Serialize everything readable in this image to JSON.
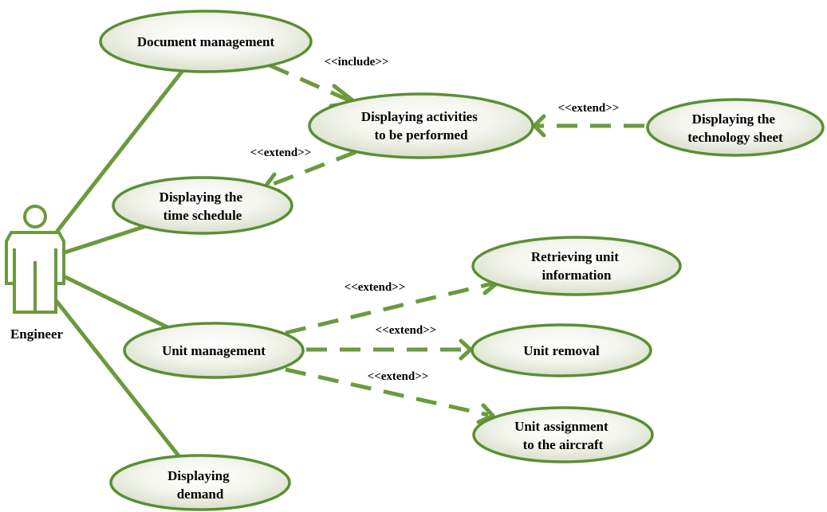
{
  "actor": {
    "label": "Engineer"
  },
  "use_cases": {
    "doc": {
      "lines": [
        "Document management"
      ]
    },
    "activities": {
      "lines": [
        "Displaying activities",
        "to be performed"
      ]
    },
    "techsheet": {
      "lines": [
        "Displaying the",
        "technology sheet"
      ]
    },
    "schedule": {
      "lines": [
        "Displaying the",
        "time schedule"
      ]
    },
    "retrieve": {
      "lines": [
        "Retrieving unit",
        "information"
      ]
    },
    "unitmgmt": {
      "lines": [
        "Unit management"
      ]
    },
    "removal": {
      "lines": [
        "Unit removal"
      ]
    },
    "assign": {
      "lines": [
        "Unit assignment",
        "to the aircraft"
      ]
    },
    "demand": {
      "lines": [
        "Displaying",
        "demand"
      ]
    }
  },
  "relations": {
    "include_doc_activities": "<<include>>",
    "extend_tech_activities": "<<extend>>",
    "extend_activities_schedule": "<<extend>>",
    "extend_unit_retrieve": "<<extend>>",
    "extend_unit_removal": "<<extend>>",
    "extend_unit_assign": "<<extend>>"
  },
  "colors": {
    "stroke": "#6a9a3d",
    "ellipse_stroke": "#5a8f32",
    "ellipse_fill_center": "#ffffff",
    "ellipse_fill_edge": "#d9dfcc"
  }
}
